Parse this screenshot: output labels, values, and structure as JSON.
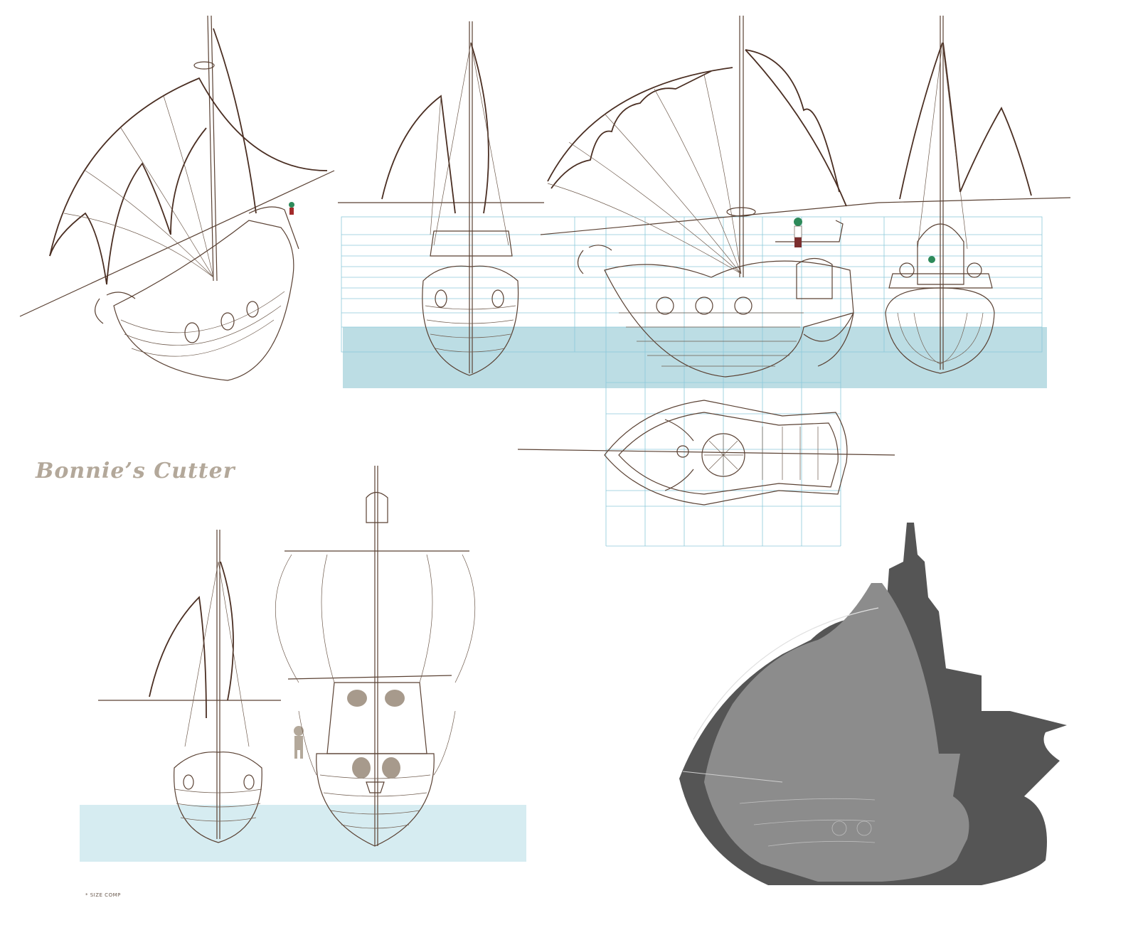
{
  "sheet": {
    "title": "Bonnie’s Cutter",
    "note": "* SIZE COMP",
    "colors": {
      "line": "#5a4133",
      "water": "#bcdde4",
      "grid": "#8cc9da",
      "silhouette_dark": "#555555",
      "silhouette_light": "#8c8c8c",
      "title": "#b3a89a"
    }
  },
  "views": [
    {
      "name": "three-quarter view"
    },
    {
      "name": "front view"
    },
    {
      "name": "side view"
    },
    {
      "name": "rear view"
    },
    {
      "name": "top view"
    },
    {
      "name": "front size comparison"
    },
    {
      "name": "skull ship front view"
    },
    {
      "name": "silhouette overlay"
    }
  ]
}
